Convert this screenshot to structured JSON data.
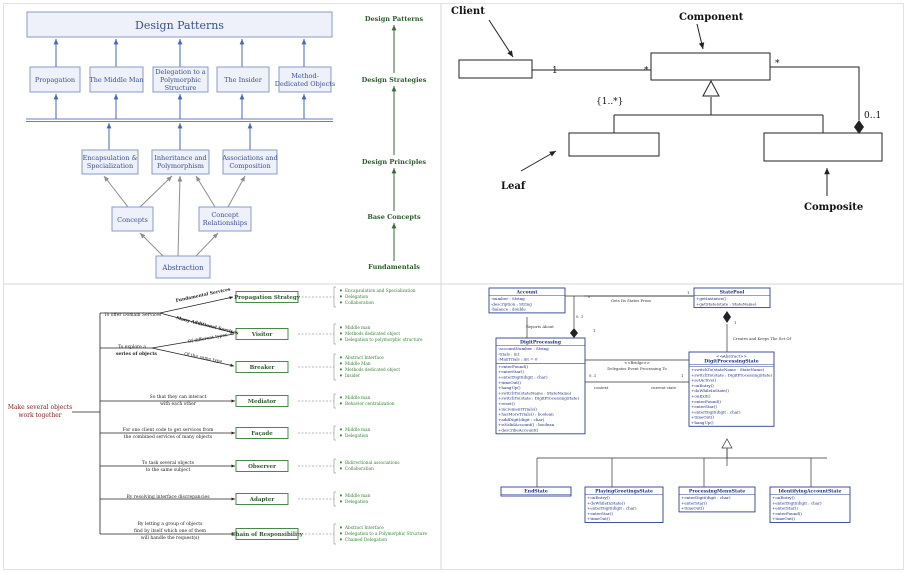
{
  "colors": {
    "box_border": "#8a9bc4",
    "box_fill_light": "#eef1fa",
    "arrow_blue": "#4a67b0",
    "text_blue": "#3b4f8f",
    "dark_green": "#2d5a2d",
    "green": "#3a7a3a",
    "maroon": "#7a1a1a",
    "uml_border": "#2d3f8f",
    "uml_text": "#1d2d7a",
    "panel_divider": "#d7d7d7"
  },
  "panel_tl": {
    "title": "Design Patterns",
    "level_boxes": [
      "Propagation",
      "The Middle Man",
      "Delegation to a Polymorphic Structure",
      "The Insider",
      "Method-Dedicated Objects"
    ],
    "principle_boxes": [
      "Encapsulation & Specialization",
      "Inheritance and Polymorphism",
      "Associations and Composition"
    ],
    "concept_boxes": [
      "Concepts",
      "Concept Relationships"
    ],
    "base_box": "Abstraction",
    "ladder": [
      "Design Patterns",
      "Design Strategies",
      "Design Principles",
      "Base Concepts",
      "Fundamentals"
    ]
  },
  "panel_tr": {
    "labels": {
      "client": "Client",
      "component": "Component",
      "leaf": "Leaf",
      "composite": "Composite"
    },
    "multiplicities": {
      "client_end": "1",
      "component_end": "*",
      "component_right": "*",
      "composite_end": "0..1",
      "leaf_mult": "{1..*}"
    }
  },
  "panel_bl": {
    "root_label": "Make several objects work together",
    "patterns": [
      {
        "name": "Propagation Strategy",
        "bullets": [
          "Encapsulation and Specialization",
          "Delegation",
          "Collaboration"
        ]
      },
      {
        "name": "Visitor",
        "bullets": [
          "Middle man",
          "Methods dedicated object",
          "Delegation to polymorphic structure"
        ]
      },
      {
        "name": "Breaker",
        "bullets": [
          "Abstract Interface",
          "Middle Man",
          "Methods dedicated object",
          "Insider"
        ]
      },
      {
        "name": "Mediator",
        "bullets": [
          "Middle man",
          "Behavior centralization"
        ]
      },
      {
        "name": "Façade",
        "bullets": [
          "Middle man",
          "Delegation"
        ]
      },
      {
        "name": "Observer",
        "bullets": [
          "Bidirectional associations",
          "Collaboration"
        ]
      },
      {
        "name": "Adapter",
        "bullets": [
          "Middle man",
          "Delegation"
        ]
      },
      {
        "name": "Chain of Responsibility",
        "bullets": [
          "Abstract Interface",
          "Delegation to a Polymorphic Structure",
          "Chained Delegation"
        ]
      }
    ],
    "branch_labels": {
      "domain_services": "To offer Domain Services",
      "fundamental_services": "Fundamental Services",
      "many_additional": "Many Additional Services",
      "explore_1": "To explore a",
      "explore_2": "series of objects",
      "of_different_types": "Of different types",
      "of_same_type": "Of the same type",
      "mediator_1": "So that they can interact",
      "mediator_2": "with each other",
      "facade_1": "For one client code to get services from",
      "facade_2": "the combined services of many objects",
      "observer_1": "To task several objects",
      "observer_2": "to the same subject",
      "adapter_1": "By resolving interface discrepancies",
      "chain_1": "By letting a group of objects",
      "chain_2": "find by itself which one of them",
      "chain_3": "will handle the request(s)"
    }
  },
  "panel_br": {
    "account": {
      "name": "Account",
      "attrs": [
        "-number : String",
        "-description : String",
        "-balance : double"
      ]
    },
    "statepool": {
      "name": "StatePool",
      "ops": [
        "+getInstance()",
        "+getState(state : StateName)"
      ]
    },
    "digit": {
      "name": "DigitProcessing",
      "attrs": [
        "-accountNumber : String",
        "-trials : int",
        "-MaxTrials : int = 0"
      ],
      "ops": [
        "+enterPound()",
        "+enterStar()",
        "+enterDigit(digit : char)",
        "+timeOut()",
        "+hangUp()",
        "+switchTo(stateName : StateName)",
        "+switchTo(state : DigitProcessingState)",
        "+reset()",
        "+incrementTrials()",
        "+hasMoreTrials() : boolean",
        "+addDigit(digit : char)",
        "+isValidAccount() : boolean",
        "+describeAccount()"
      ]
    },
    "state": {
      "stereo": "<<Abstract>>",
      "name": "DigitProcessingState",
      "ops": [
        "+switchTo(stateName : StateName)",
        "+switchTo(state : DigitProcessingState)",
        "+setActive()",
        "+onEntry()",
        "+doWhileInState()",
        "+onExit()",
        "+enterPound()",
        "+enterStar()",
        "+enterDigit(digit : char)",
        "+timeOut()",
        "+hangUp()"
      ]
    },
    "subclasses": [
      {
        "name": "EndState",
        "ops": []
      },
      {
        "name": "PlayingGreetingsState",
        "ops": [
          "+onEntry()",
          "+doWhileInState()",
          "+enterDigit(digit : char)",
          "+enterStar()",
          "+timeOut()"
        ]
      },
      {
        "name": "ProcessingMenuState",
        "ops": [
          "+enterDigit(digit : char)",
          "+enterStar()",
          "+timeOut()"
        ]
      },
      {
        "name": "IdentifyingAccountState",
        "ops": [
          "+onEntry()",
          "+enterDigit(digit : char)",
          "+enterStar()",
          "+enterPound()",
          "+timeOut()"
        ]
      }
    ],
    "labels": {
      "gets_states": "Gets Its States From",
      "reports_about": "Reports About",
      "creates_keeps": "Creates and Keeps The Set Of",
      "bridge_1": "<<Bridge>>",
      "bridge_2": "Delegates Event Processing To",
      "context": "context",
      "current_state": "current state",
      "m_01": "0..1",
      "m_1a": "1",
      "m_1b": "1",
      "m_01b": "0..1",
      "m_1c": "1",
      "m_star": "*",
      "m_1d": "1"
    }
  }
}
